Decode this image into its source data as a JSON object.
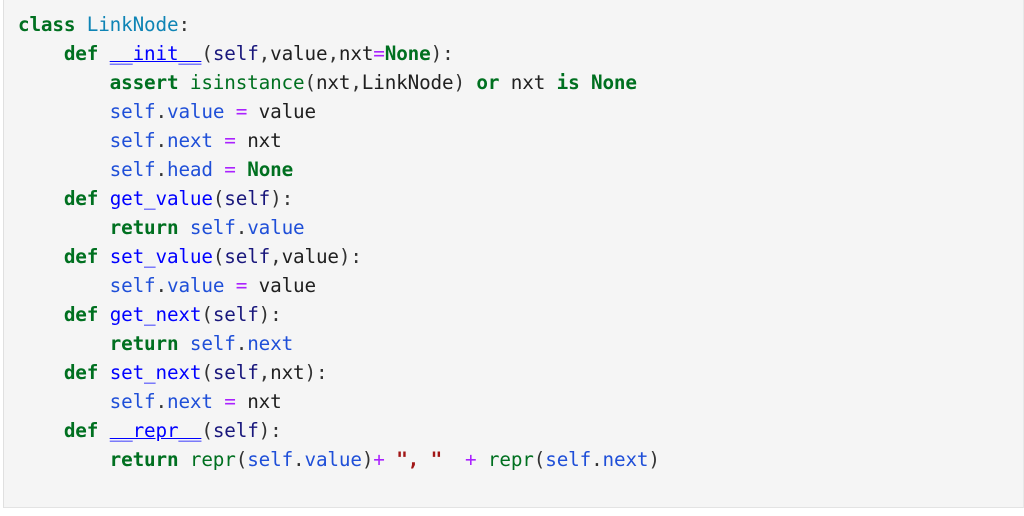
{
  "editor": {
    "language": "python",
    "background_color": "#f5f5f5",
    "page_background": "#ffffff",
    "border_color": "#e0e0e0",
    "colors": {
      "keyword": "#007020",
      "class_name": "#0e84b5",
      "function_name": "#0000ff",
      "magic_method": "#0000ff",
      "builtin": "#007020",
      "self_attribute": "#1f4fd8",
      "self_param": "#19177c",
      "operator": "#aa22ff",
      "string": "#a11616",
      "punctuation": "#333333",
      "plain_text": "#202020"
    }
  },
  "code": {
    "raw_text": "class LinkNode:\n    def __init__(self,value,nxt=None):\n        assert isinstance(nxt,LinkNode) or nxt is None\n        self.value = value\n        self.next = nxt\n        self.head = None\n    def get_value(self):\n        return self.value\n    def set_value(self,value):\n        self.value = value\n    def get_next(self):\n        return self.next\n    def set_next(self,nxt):\n        self.next = nxt\n    def __repr__(self):\n        return repr(self.value)+ \", \"  + repr(self.next)",
    "lines": [
      {
        "n": 1,
        "indent": "",
        "tokens": [
          {
            "t": "class",
            "c": "kw"
          },
          {
            "t": " ",
            "c": "n"
          },
          {
            "t": "LinkNode",
            "c": "nc"
          },
          {
            "t": ":",
            "c": "p"
          }
        ]
      },
      {
        "n": 2,
        "indent": "    ",
        "tokens": [
          {
            "t": "def",
            "c": "kw"
          },
          {
            "t": " ",
            "c": "n"
          },
          {
            "t": "__init__",
            "c": "fm"
          },
          {
            "t": "(",
            "c": "p"
          },
          {
            "t": "self",
            "c": "slf"
          },
          {
            "t": ",",
            "c": "p"
          },
          {
            "t": "value",
            "c": "n"
          },
          {
            "t": ",",
            "c": "p"
          },
          {
            "t": "nxt",
            "c": "n"
          },
          {
            "t": "=",
            "c": "op"
          },
          {
            "t": "None",
            "c": "kwc"
          },
          {
            "t": ")",
            "c": "p"
          },
          {
            "t": ":",
            "c": "p"
          }
        ]
      },
      {
        "n": 3,
        "indent": "        ",
        "tokens": [
          {
            "t": "assert",
            "c": "kw"
          },
          {
            "t": " ",
            "c": "n"
          },
          {
            "t": "isinstance",
            "c": "bp"
          },
          {
            "t": "(",
            "c": "p"
          },
          {
            "t": "nxt",
            "c": "n"
          },
          {
            "t": ",",
            "c": "p"
          },
          {
            "t": "LinkNode",
            "c": "n"
          },
          {
            "t": ")",
            "c": "p"
          },
          {
            "t": " ",
            "c": "n"
          },
          {
            "t": "or",
            "c": "kw"
          },
          {
            "t": " nxt ",
            "c": "n"
          },
          {
            "t": "is",
            "c": "kw"
          },
          {
            "t": " ",
            "c": "n"
          },
          {
            "t": "None",
            "c": "kwc"
          }
        ]
      },
      {
        "n": 4,
        "indent": "        ",
        "tokens": [
          {
            "t": "self",
            "c": "attr"
          },
          {
            "t": ".",
            "c": "p"
          },
          {
            "t": "value",
            "c": "attr"
          },
          {
            "t": " ",
            "c": "n"
          },
          {
            "t": "=",
            "c": "op"
          },
          {
            "t": " value",
            "c": "n"
          }
        ]
      },
      {
        "n": 5,
        "indent": "        ",
        "tokens": [
          {
            "t": "self",
            "c": "attr"
          },
          {
            "t": ".",
            "c": "p"
          },
          {
            "t": "next",
            "c": "attr"
          },
          {
            "t": " ",
            "c": "n"
          },
          {
            "t": "=",
            "c": "op"
          },
          {
            "t": " nxt",
            "c": "n"
          }
        ]
      },
      {
        "n": 6,
        "indent": "        ",
        "tokens": [
          {
            "t": "self",
            "c": "attr"
          },
          {
            "t": ".",
            "c": "p"
          },
          {
            "t": "head",
            "c": "attr"
          },
          {
            "t": " ",
            "c": "n"
          },
          {
            "t": "=",
            "c": "op"
          },
          {
            "t": " ",
            "c": "n"
          },
          {
            "t": "None",
            "c": "kwc"
          }
        ]
      },
      {
        "n": 7,
        "indent": "    ",
        "tokens": [
          {
            "t": "def",
            "c": "kw"
          },
          {
            "t": " ",
            "c": "n"
          },
          {
            "t": "get_value",
            "c": "nf"
          },
          {
            "t": "(",
            "c": "p"
          },
          {
            "t": "self",
            "c": "slf"
          },
          {
            "t": ")",
            "c": "p"
          },
          {
            "t": ":",
            "c": "p"
          }
        ]
      },
      {
        "n": 8,
        "indent": "        ",
        "tokens": [
          {
            "t": "return",
            "c": "kw"
          },
          {
            "t": " ",
            "c": "n"
          },
          {
            "t": "self",
            "c": "attr"
          },
          {
            "t": ".",
            "c": "p"
          },
          {
            "t": "value",
            "c": "attr"
          }
        ]
      },
      {
        "n": 9,
        "indent": "    ",
        "tokens": [
          {
            "t": "def",
            "c": "kw"
          },
          {
            "t": " ",
            "c": "n"
          },
          {
            "t": "set_value",
            "c": "nf"
          },
          {
            "t": "(",
            "c": "p"
          },
          {
            "t": "self",
            "c": "slf"
          },
          {
            "t": ",",
            "c": "p"
          },
          {
            "t": "value",
            "c": "n"
          },
          {
            "t": ")",
            "c": "p"
          },
          {
            "t": ":",
            "c": "p"
          }
        ]
      },
      {
        "n": 10,
        "indent": "        ",
        "tokens": [
          {
            "t": "self",
            "c": "attr"
          },
          {
            "t": ".",
            "c": "p"
          },
          {
            "t": "value",
            "c": "attr"
          },
          {
            "t": " ",
            "c": "n"
          },
          {
            "t": "=",
            "c": "op"
          },
          {
            "t": " value",
            "c": "n"
          }
        ]
      },
      {
        "n": 11,
        "indent": "    ",
        "tokens": [
          {
            "t": "def",
            "c": "kw"
          },
          {
            "t": " ",
            "c": "n"
          },
          {
            "t": "get_next",
            "c": "nf"
          },
          {
            "t": "(",
            "c": "p"
          },
          {
            "t": "self",
            "c": "slf"
          },
          {
            "t": ")",
            "c": "p"
          },
          {
            "t": ":",
            "c": "p"
          }
        ]
      },
      {
        "n": 12,
        "indent": "        ",
        "tokens": [
          {
            "t": "return",
            "c": "kw"
          },
          {
            "t": " ",
            "c": "n"
          },
          {
            "t": "self",
            "c": "attr"
          },
          {
            "t": ".",
            "c": "p"
          },
          {
            "t": "next",
            "c": "attr"
          }
        ]
      },
      {
        "n": 13,
        "indent": "    ",
        "tokens": [
          {
            "t": "def",
            "c": "kw"
          },
          {
            "t": " ",
            "c": "n"
          },
          {
            "t": "set_next",
            "c": "nf"
          },
          {
            "t": "(",
            "c": "p"
          },
          {
            "t": "self",
            "c": "slf"
          },
          {
            "t": ",",
            "c": "p"
          },
          {
            "t": "nxt",
            "c": "n"
          },
          {
            "t": ")",
            "c": "p"
          },
          {
            "t": ":",
            "c": "p"
          }
        ]
      },
      {
        "n": 14,
        "indent": "        ",
        "tokens": [
          {
            "t": "self",
            "c": "attr"
          },
          {
            "t": ".",
            "c": "p"
          },
          {
            "t": "next",
            "c": "attr"
          },
          {
            "t": " ",
            "c": "n"
          },
          {
            "t": "=",
            "c": "op"
          },
          {
            "t": " nxt",
            "c": "n"
          }
        ]
      },
      {
        "n": 15,
        "indent": "    ",
        "tokens": [
          {
            "t": "def",
            "c": "kw"
          },
          {
            "t": " ",
            "c": "n"
          },
          {
            "t": "__repr__",
            "c": "fm"
          },
          {
            "t": "(",
            "c": "p"
          },
          {
            "t": "self",
            "c": "slf"
          },
          {
            "t": ")",
            "c": "p"
          },
          {
            "t": ":",
            "c": "p"
          }
        ]
      },
      {
        "n": 16,
        "indent": "        ",
        "tokens": [
          {
            "t": "return",
            "c": "kw"
          },
          {
            "t": " ",
            "c": "n"
          },
          {
            "t": "repr",
            "c": "bp"
          },
          {
            "t": "(",
            "c": "p"
          },
          {
            "t": "self",
            "c": "attr"
          },
          {
            "t": ".",
            "c": "p"
          },
          {
            "t": "value",
            "c": "attr"
          },
          {
            "t": ")",
            "c": "p"
          },
          {
            "t": "+",
            "c": "op"
          },
          {
            "t": " ",
            "c": "n"
          },
          {
            "t": "\", \"",
            "c": "str"
          },
          {
            "t": "  ",
            "c": "n"
          },
          {
            "t": "+",
            "c": "op"
          },
          {
            "t": " ",
            "c": "n"
          },
          {
            "t": "repr",
            "c": "bp"
          },
          {
            "t": "(",
            "c": "p"
          },
          {
            "t": "self",
            "c": "attr"
          },
          {
            "t": ".",
            "c": "p"
          },
          {
            "t": "next",
            "c": "attr"
          },
          {
            "t": ")",
            "c": "p"
          }
        ]
      }
    ]
  }
}
